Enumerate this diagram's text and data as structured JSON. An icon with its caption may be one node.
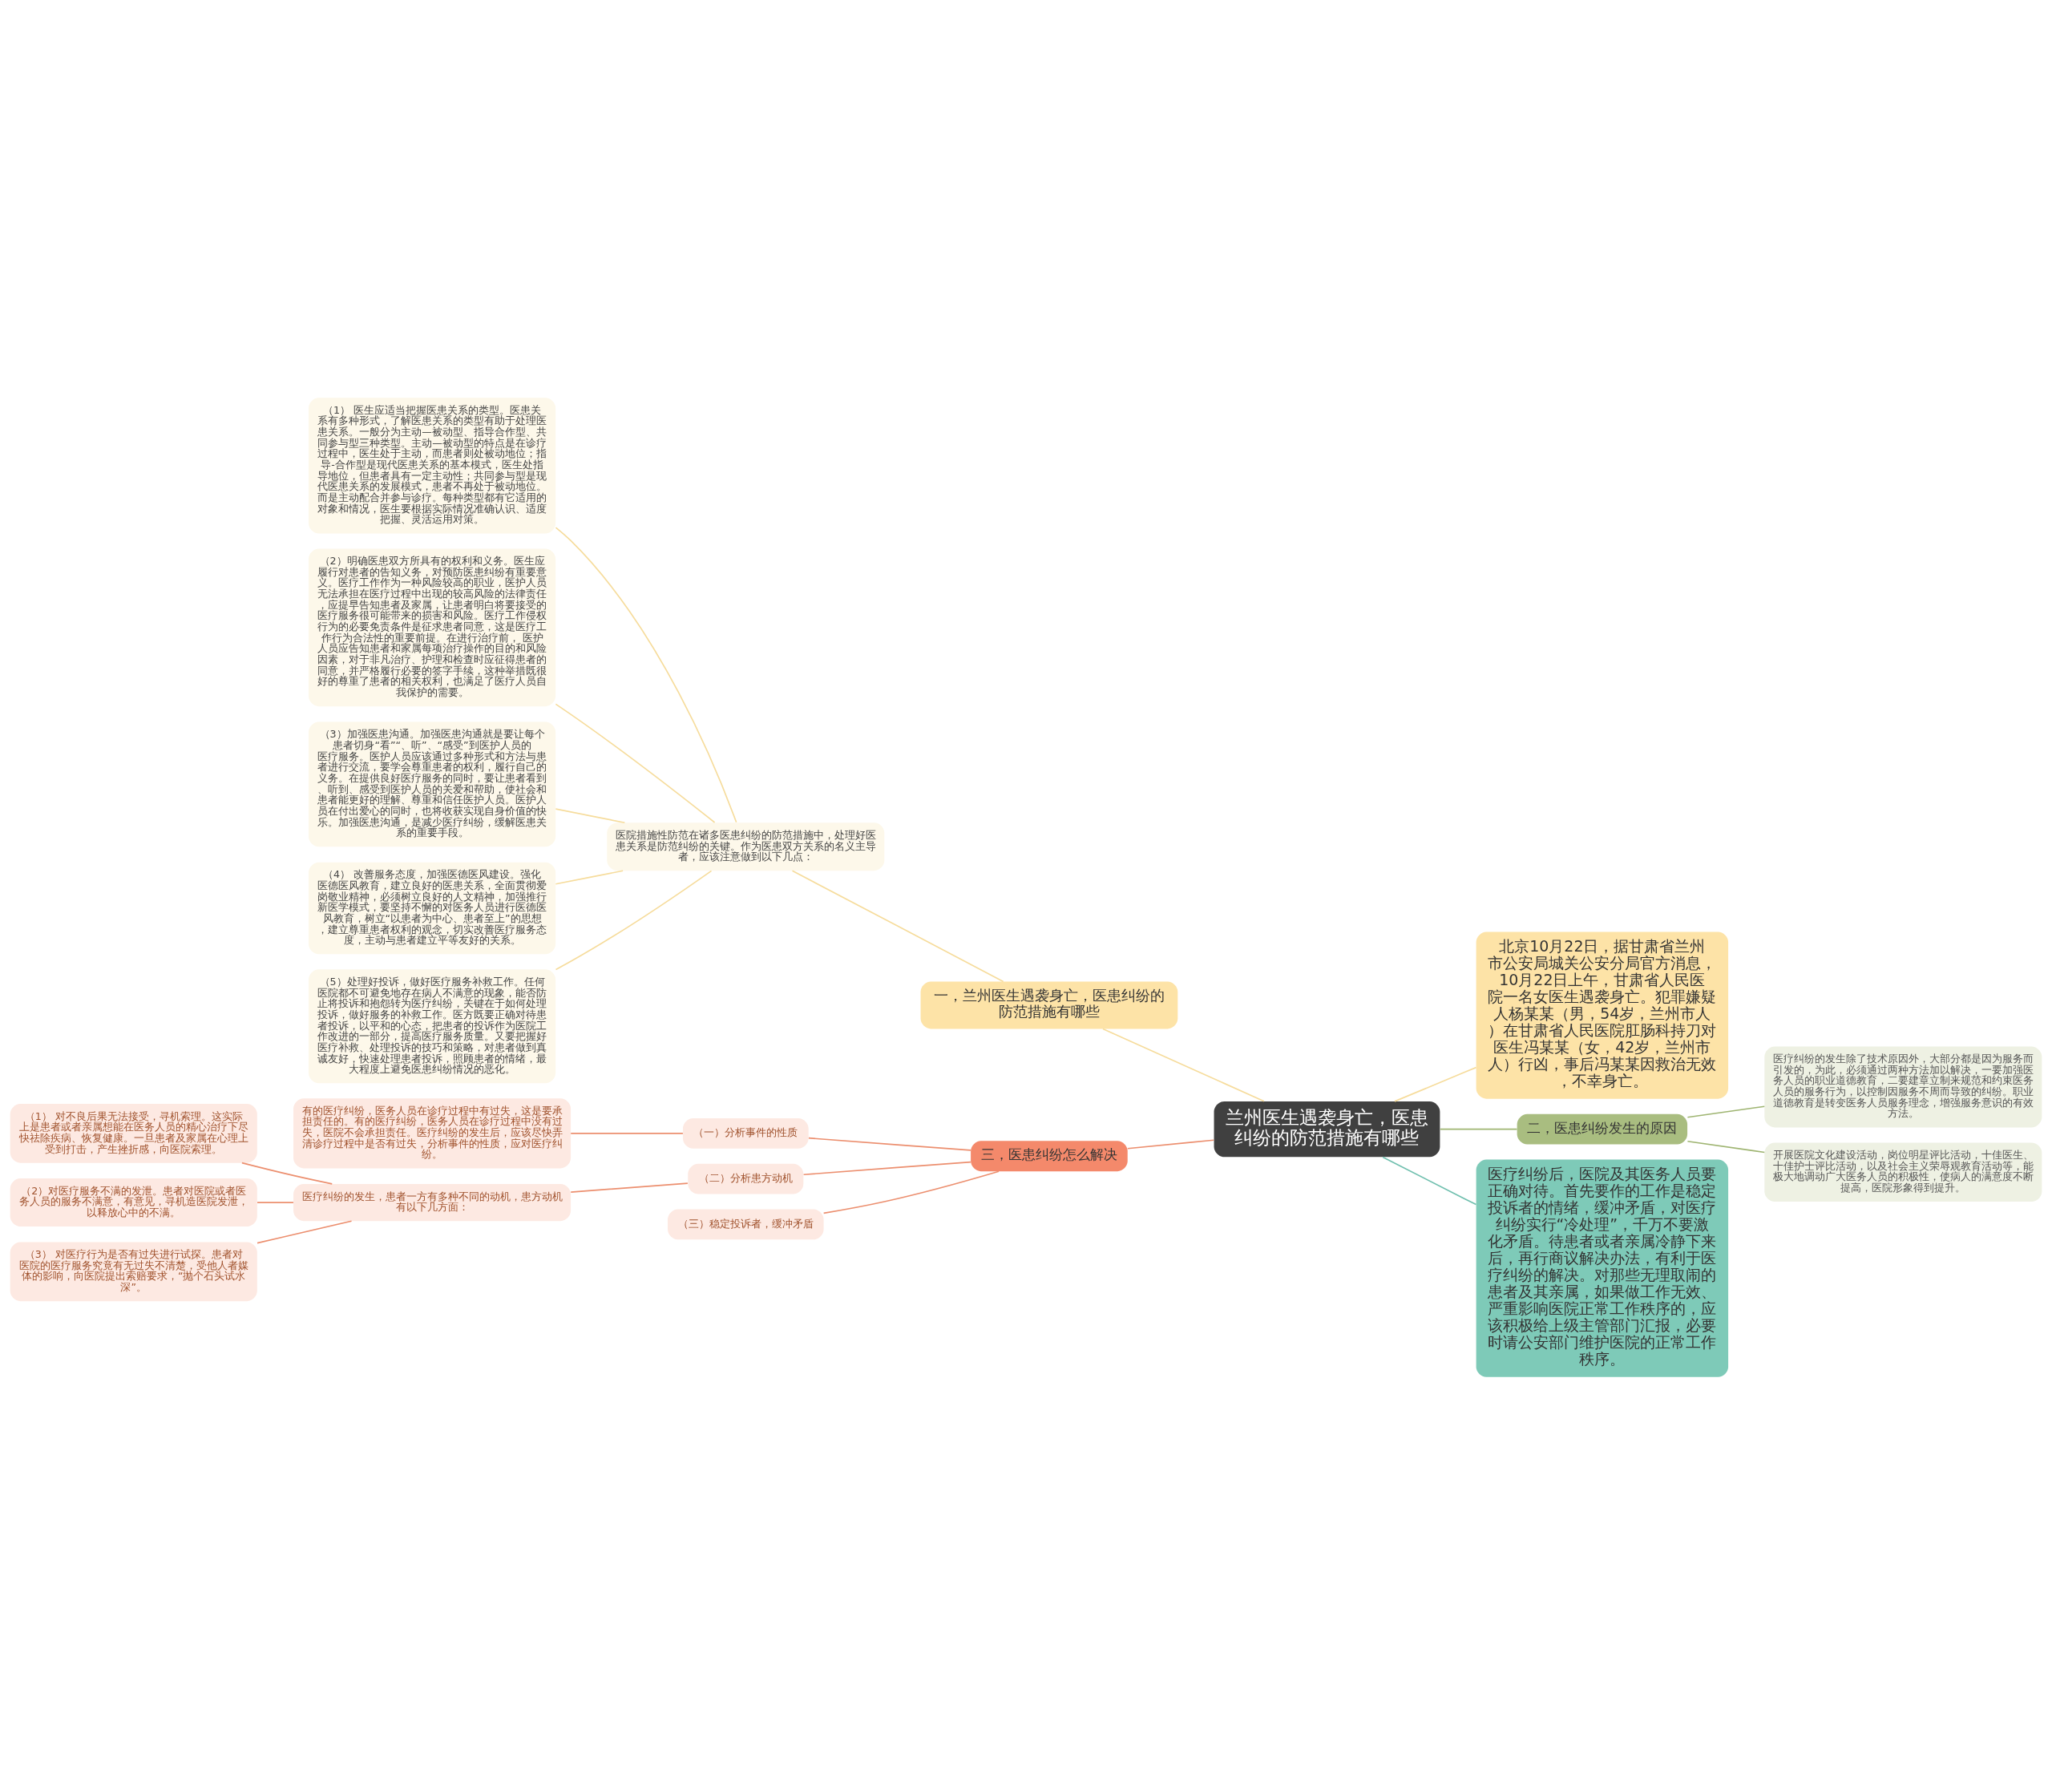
{
  "diagram": {
    "nodes": [
      {
        "text": [
          "兰州医生遇袭身亡，医患纠纷的防范措施有哪些"
        ]
      },
      {
        "text": [
          "一，兰州医生遇袭身亡，医患纠纷的防范措施有哪些"
        ]
      },
      {
        "text": [
          "医院措施性防范在诸多医患纠纷的防范措施中，处理好医患关系是防范纠纷的关键。作为医患双方关系的名义主导者，应该注意做到以下几点："
        ]
      },
      {
        "text": [
          "（1） 医生应适当把握医患关系的类型。医患关系有多种形式，了解医患关系的类型有助于处理医患关系。一般分为主动—被动型、指导合作型、共同参与型三种类型。主动—被动型的特点是在诊疗过程中，医生处于主动，而患者则处被动地位；指导-合作型是现代医患关系的基本模式，医生处指导地位，但患者具有一定主动性；共同参与型是现代医患关系的发展模式，患者不再处于被动地位。而是主动配合并参与诊疗。每种类型都有它适用的对象和情况，医生要根据实际情况准确认识、适度把握、灵活运用对策。"
        ]
      },
      {
        "text": [
          "（2）明确医患双方所具有的权利和义务。医生应履行对患者的告知义务，对预防医患纠纷有重要意义。医疗工作作为一种风险较高的职业，医护人员无法承担在医疗过程中出现的较高风险的法律责任，应提早告知患者及家属，让患者明白将要接受的医疗服务很可能带来的损害和风险。医疗工作侵权行为的必要免责条件是征求患者同意，这是医疗工作行为合法性的重要前提。在进行治疗前， 医护人员应告知患者和家属每项治疗操作的目的和风险因素，对于非凡治疗、护理和检查时应征得患者的同意，并严格履行必要的签字手续，这种举措既很好的尊重了患者的相关权利，也满足了医疗人员自我保护的需要。"
        ]
      },
      {
        "text": [
          "（3）加强医患沟通。加强医患沟通就是要让每个患者切身“看”“、听”、“感受”到医护人员的医疗服务。医护人员应该通过多种形式和方法与患者进行交流，要学会尊重患者的权利，履行自己的义务。在提供良好医疗服务的同时，要让患者看到、听到、感受到医护人员的关爱和帮助，使社会和患者能更好的理解、尊重和信任医护人员。医护人员在付出爱心的同时，也将收获实现自身价值的快乐。加强医患沟通，是减少医疗纠纷，缓解医患关系的重要手段。"
        ]
      },
      {
        "text": [
          "（4） 改善服务态度，加强医德医风建设。强化医德医风教育，建立良好的医患关系，全面贯彻爱岗敬业精神，必须树立良好的人文精神，加强推行新医学模式，要坚持不懈的对医务人员进行医德医风教育，树立“以患者为中心、患者至上”的思想，建立尊重患者权利的观念，切实改善医疗服务态度，主动与患者建立平等友好的关系。"
        ]
      },
      {
        "text": [
          "（5）处理好投诉，做好医疗服务补救工作。任何医院都不可避免地存在病人不满意的现象，能否防止将投诉和抱怨转为医疗纠纷，关键在于如何处理投诉，做好服务的补救工作。医方既要正确对待患者投诉，以平和的心态，把患者的投诉作为医院工作改进的一部分，提高医疗服务质量。又要把握好医疗补救、处理投诉的技巧和策略，对患者做到真诚友好，快速处理患者投诉，照顾患者的情绪，最大程度上避免医患纠纷情况的恶化。"
        ]
      },
      {
        "text": [
          "北京10月22日，据甘肃省兰州市公安局城关公安分局官方消息，10月22日上午，甘肃省人民医院一名女医生遇袭身亡。犯罪嫌疑人杨某某（男，54岁，兰州市人）在甘肃省人民医院肛肠科持刀对医生冯某某（女，42岁，兰州市人）行凶，事后冯某某因救治无效，不幸身亡。"
        ]
      },
      {
        "text": [
          "二，医患纠纷发生的原因"
        ]
      },
      {
        "text": [
          "医疗纠纷的发生除了技术原因外，大部分都是因为服务而引发的，为此，必须通过两种方法加以解决，一要加强医务人员的职业道德教育，二要建章立制来规范和约束医务人员的服务行为，以控制因服务不周而导致的纠纷。职业道德教育是转变医务人员服务理念，增强服务意识的有效方法。"
        ]
      },
      {
        "text": [
          "开展医院文化建设活动，岗位明星评比活动，十佳医生、十佳护士评比活动，以及社会主义荣辱观教育活动等，能极大地调动广大医务人员的积极性，使病人的满意度不断提高，医院形象得到提升。"
        ]
      },
      {
        "text": [
          "医疗纠纷后，医院及其医务人员要正确对待。首先要作的工作是稳定投诉者的情绪，缓冲矛盾，对医疗纠纷实行“冷处理”，千万不要激化矛盾。待患者或者亲属冷静下来后，再行商议解决办法，有利于医疗纠纷的解决。对那些无理取闹的患者及其亲属，如果做工作无效、严重影响医院正常工作秩序的，应该积极给上级主管部门汇报，必要时请公安部门维护医院的正常工作秩序。"
        ]
      },
      {
        "text": [
          "三，医患纠纷怎么解决"
        ]
      },
      {
        "text": [
          "（一）分析事件的性质"
        ]
      },
      {
        "text": [
          "有的医疗纠纷，医务人员在诊疗过程中有过失，这是要承担责任的。有的医疗纠纷，医务人员在诊疗过程中没有过失，医院不会承担责任。医疗纠纷的发生后，应该尽快弄清诊疗过程中是否有过失，分析事件的性质，应对医疗纠纷。"
        ]
      },
      {
        "text": [
          "（二）分析患方动机"
        ]
      },
      {
        "text": [
          "医疗纠纷的发生，患者一方有多种不同的动机，患方动机有以下几方面："
        ]
      },
      {
        "text": [
          "（1） 对不良后果无法接受，寻机索理。这实际上是患者或者亲属想能在医务人员的精心治疗下尽快祛除疾病、恢复健康。一旦患者及家属在心理上受到打击，产生挫折感，向医院索理。"
        ]
      },
      {
        "text": [
          "（2）对医疗服务不满的发泄。患者对医院或者医务人员的服务不满意，有意见，寻机造医院发泄，以释放心中的不满。"
        ]
      },
      {
        "text": [
          "（3） 对医疗行为是否有过失进行试探。患者对医院的医疗服务究竟有无过失不清楚，受他人者媒体的影响，向医院提出索赔要求，“抛个石头试水深”。"
        ]
      },
      {
        "text": [
          "（三）稳定投诉者，缓冲矛盾"
        ]
      }
    ],
    "edges": [
      {
        "from": 0,
        "to": 1,
        "arrow": "none",
        "color": "#f6dc9c"
      },
      {
        "from": 1,
        "to": 2,
        "arrow": "none",
        "color": "#f6dc9c"
      },
      {
        "from": 2,
        "to": 3,
        "arrow": "none",
        "color": "#f6dc9c"
      },
      {
        "from": 2,
        "to": 4,
        "arrow": "none",
        "color": "#f6dc9c"
      },
      {
        "from": 2,
        "to": 5,
        "arrow": "none",
        "color": "#f6dc9c"
      },
      {
        "from": 2,
        "to": 6,
        "arrow": "none",
        "color": "#f6dc9c"
      },
      {
        "from": 2,
        "to": 7,
        "arrow": "none",
        "color": "#f6dc9c"
      },
      {
        "from": 0,
        "to": 8,
        "arrow": "none",
        "color": "#f6dc9c"
      },
      {
        "from": 0,
        "to": 9,
        "arrow": "none",
        "color": "#9fb572"
      },
      {
        "from": 9,
        "to": 10,
        "arrow": "none",
        "color": "#9fb572"
      },
      {
        "from": 9,
        "to": 11,
        "arrow": "none",
        "color": "#9fb572"
      },
      {
        "from": 0,
        "to": 12,
        "arrow": "none",
        "color": "#6fbfae"
      },
      {
        "from": 0,
        "to": 13,
        "arrow": "none"
      },
      {
        "from": 13,
        "to": 14,
        "arrow": "none"
      },
      {
        "from": 14,
        "to": 15,
        "arrow": "none"
      },
      {
        "from": 13,
        "to": 16,
        "arrow": "none"
      },
      {
        "from": 16,
        "to": 17,
        "arrow": "none"
      },
      {
        "from": 17,
        "to": 18,
        "arrow": "none"
      },
      {
        "from": 17,
        "to": 19,
        "arrow": "none"
      },
      {
        "from": 17,
        "to": 20,
        "arrow": "none"
      },
      {
        "from": 13,
        "to": 21,
        "arrow": "none"
      }
    ]
  }
}
